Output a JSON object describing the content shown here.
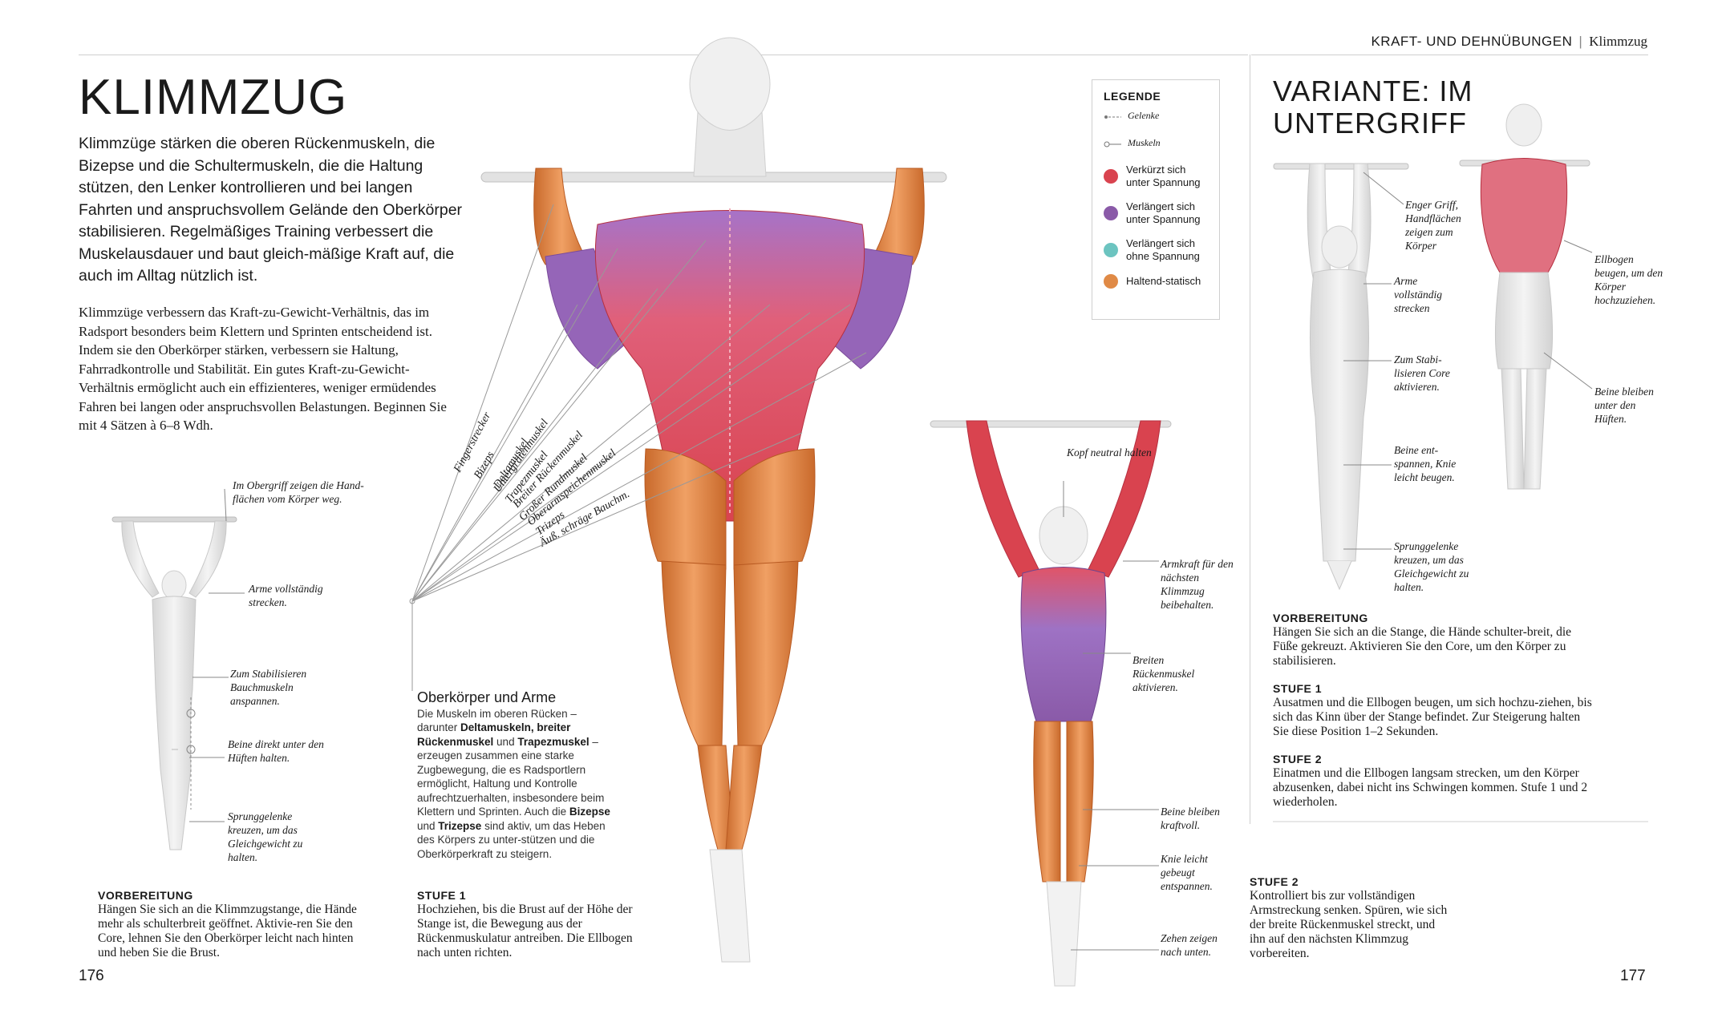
{
  "header": {
    "section": "KRAFT- UND DEHNÜBUNGEN",
    "subsection": "Klimmzug"
  },
  "title": "KLIMMZUG",
  "intro": "Klimmzüge stärken die oberen Rückenmuskeln, die Bizepse und die Schultermuskeln, die die Haltung stützen, den Lenker kontrollieren und bei langen Fahrten und anspruchsvollem Gelände den Oberkörper stabilisieren. Regelmäßiges Training verbessert die Muskelausdauer und baut gleich-mäßige Kraft auf, die auch im Alltag nützlich ist.",
  "body_text": "Klimmzüge verbessern das Kraft-zu-Gewicht-Verhältnis, das im Radsport besonders beim Klettern und Sprinten entscheidend ist. Indem sie den Oberkörper stärken, verbessern sie Haltung, Fahrradkontrolle und Stabilität. Ein gutes Kraft-zu-Gewicht-Verhältnis ermöglicht auch ein effizienteres, weniger ermüdendes Fahren bei langen oder anspruchsvollen Belastungen. Beginnen Sie mit 4 Sätzen à 6–8 Wdh.",
  "small_figure": {
    "annotations": [
      "Im Obergriff zeigen die Hand-flächen vom Körper weg.",
      "Arme vollständig strecken.",
      "Zum Stabilisieren Bauchmuskeln anspannen.",
      "Beine direkt unter den Hüften halten.",
      "Sprunggelenke kreuzen, um das Gleichgewicht zu halten."
    ]
  },
  "vorbereitung_left": {
    "heading": "VORBEREITUNG",
    "text": "Hängen Sie sich an die Klimmzugstange, die Hände mehr als schulterbreit geöffnet. Aktivie-ren Sie den Core, lehnen Sie den Oberkörper leicht nach hinten und heben Sie die Brust."
  },
  "muscle_labels": [
    "Fingerstrecker",
    "Bizeps",
    "Deltamuskel",
    "Untergrätenmuskel",
    "Trapezmuskel",
    "Breiter Rückenmuskel",
    "Großer Rundmuskel",
    "Oberarmspeichenmuskel",
    "Trizeps",
    "Äuß. schräge Bauchm."
  ],
  "oberkoerper": {
    "heading": "Oberkörper und Arme",
    "t1": "Die Muskeln im oberen Rücken – darunter ",
    "b1": "Deltamuskeln, breiter Rückenmuskel",
    "t2": " und ",
    "b2": "Trapezmuskel",
    "t3": " – erzeugen zusammen eine starke Zugbewegung, die es Radsportlern ermöglicht, Haltung und Kontrolle aufrechtzuerhalten, insbesondere beim Klettern und Sprinten. Auch die ",
    "b3": "Bizepse",
    "t4": " und ",
    "b4": "Trizepse",
    "t5": " sind aktiv, um das Heben des Körpers zu unter-stützen und die Oberkörperkraft zu steigern."
  },
  "stufe1_left": {
    "heading": "STUFE 1",
    "text": "Hochziehen, bis die Brust auf der Höhe der Stange ist, die Bewegung aus der Rückenmuskulatur antreiben. Die Ellbogen nach unten richten."
  },
  "legend": {
    "title": "LEGENDE",
    "gelenke": "Gelenke",
    "muskeln": "Muskeln",
    "items": [
      {
        "label": "Verkürzt sich unter Spannung",
        "color": "#d9434f"
      },
      {
        "label": "Verlängert sich unter Spannung",
        "color": "#8a5aa8"
      },
      {
        "label": "Verlängert sich ohne Spannung",
        "color": "#6cc4c0"
      },
      {
        "label": "Haltend-statisch",
        "color": "#e08a46"
      }
    ]
  },
  "mid_figure": {
    "annotations": [
      "Kopf neutral halten",
      "Armkraft für den nächsten Klimmzug beibehalten.",
      "Breiten Rückenmuskel aktivieren.",
      "Beine bleiben kraftvoll.",
      "Knie leicht gebeugt entspannen.",
      "Zehen zeigen nach unten."
    ]
  },
  "stufe2_mid": {
    "heading": "STUFE 2",
    "text": "Kontrolliert bis zur vollständigen Armstreckung senken. Spüren, wie sich der breite Rückenmuskel streckt, und ihn auf den nächsten Klimmzug vorbereiten."
  },
  "variant": {
    "title": "VARIANTE: IM UNTERGRIFF",
    "annotations_left": [
      "Enger Griff, Handflächen zeigen zum Körper",
      "Arme vollständig strecken",
      "Zum Stabi-lisieren Core aktivieren.",
      "Beine ent-spannen, Knie leicht beugen.",
      "Sprunggelenke kreuzen, um das Gleichgewicht zu halten."
    ],
    "annotations_right": [
      "Ellbogen beugen, um den Körper hochzuziehen.",
      "Beine bleiben unter den Hüften."
    ],
    "vorbereitung": {
      "heading": "VORBEREITUNG",
      "text": "Hängen Sie sich an die Stange, die Hände schulter-breit, die Füße gekreuzt. Aktivieren Sie den Core, um den Körper zu stabilisieren."
    },
    "stufe1": {
      "heading": "STUFE 1",
      "text": "Ausatmen und die Ellbogen beugen, um sich hochzu-ziehen, bis sich das Kinn über der Stange befindet. Zur Steigerung halten Sie diese Position 1–2 Sekunden."
    },
    "stufe2": {
      "heading": "STUFE 2",
      "text": "Einatmen und die Ellbogen langsam strecken, um den Körper abzusenken, dabei nicht ins Schwingen kommen. Stufe 1 und 2 wiederholen."
    }
  },
  "page_left": "176",
  "page_right": "177"
}
